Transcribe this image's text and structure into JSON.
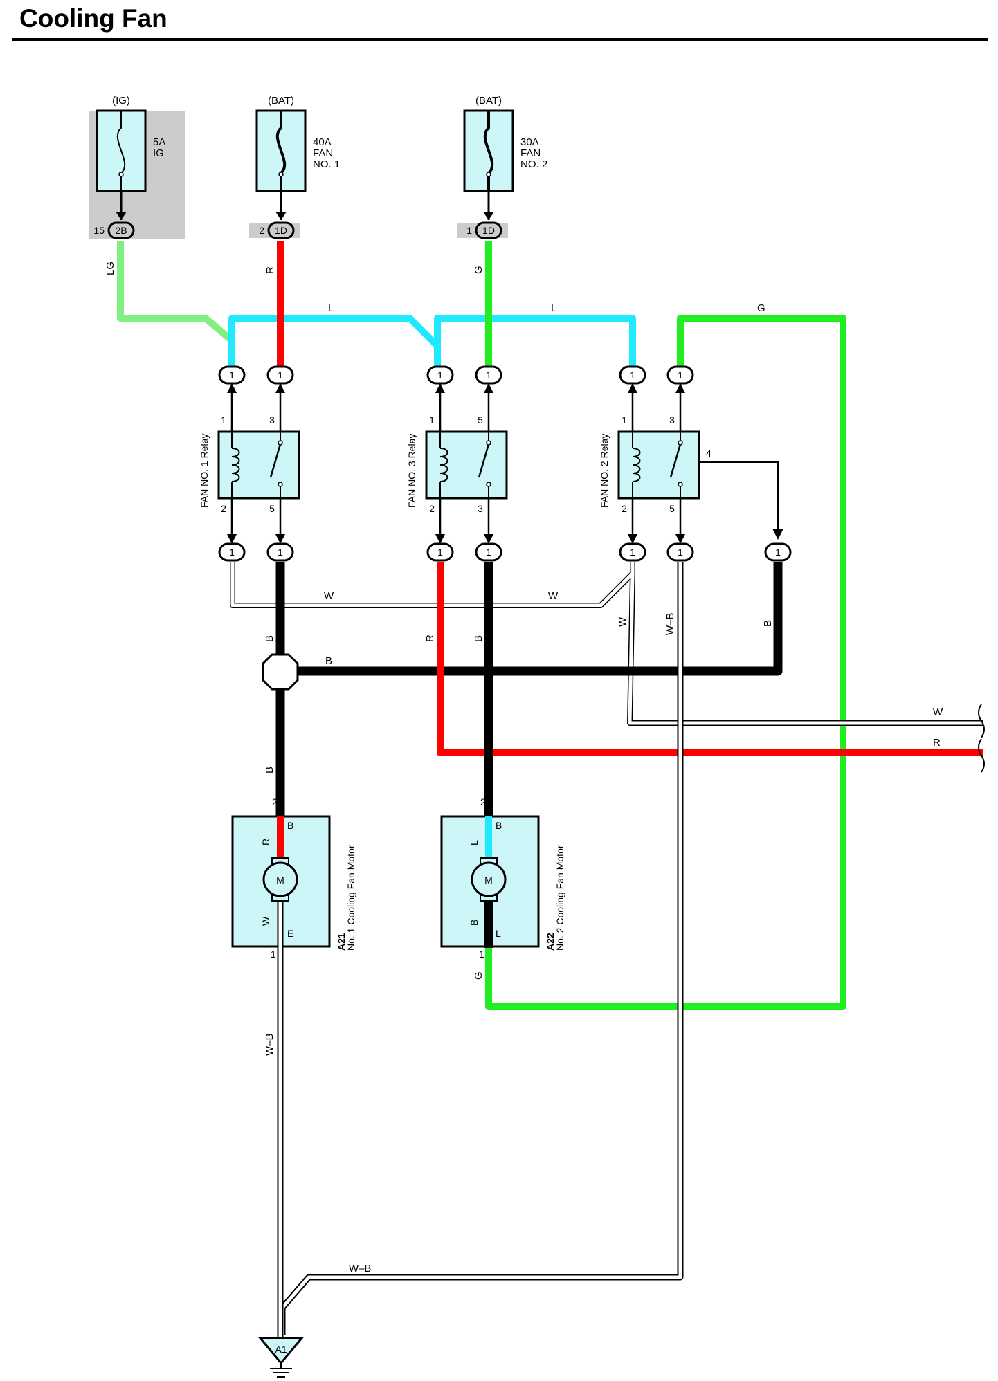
{
  "title": "Cooling Fan",
  "colors": {
    "LG": "#80f080",
    "L": "#20e8ff",
    "R": "#ff0000",
    "G": "#20ee20",
    "B": "#000000",
    "W": "#ffffff",
    "component_fill": "#ccf6f8",
    "fuse_box_bg": "#cccccc"
  },
  "fuses": [
    {
      "source": "(IG)",
      "rating": "5A",
      "name_lines": [
        "IG"
      ],
      "connector": {
        "pin": "15",
        "id": "2B"
      }
    },
    {
      "source": "(BAT)",
      "rating": "40A",
      "name_lines": [
        "FAN",
        "NO. 1"
      ],
      "connector": {
        "pin": "2",
        "id": "1D"
      }
    },
    {
      "source": "(BAT)",
      "rating": "30A",
      "name_lines": [
        "FAN",
        "NO. 2"
      ],
      "connector": {
        "pin": "1",
        "id": "1D"
      }
    }
  ],
  "relays": [
    {
      "name": "FAN NO. 1 Relay",
      "pins_top": [
        "1",
        "3"
      ],
      "pins_bottom": [
        "2",
        "5"
      ]
    },
    {
      "name": "FAN NO. 3 Relay",
      "pins_top": [
        "1",
        "5"
      ],
      "pins_bottom": [
        "2",
        "3"
      ]
    },
    {
      "name": "FAN NO. 2 Relay",
      "pins_top": [
        "1",
        "3"
      ],
      "pins_bottom": [
        "2",
        "5"
      ],
      "pin_side": "4"
    }
  ],
  "motors": [
    {
      "code": "A21",
      "name": "No. 1 Cooling Fan Motor",
      "symbol": "M",
      "top_pin": "2",
      "bottom_pin": "1",
      "top_terminal": "B",
      "bottom_terminal": "E",
      "top_wire": "R",
      "bottom_wire": "W"
    },
    {
      "code": "A22",
      "name": "No. 2 Cooling Fan Motor",
      "symbol": "M",
      "top_pin": "2",
      "bottom_pin": "1",
      "top_terminal": "B",
      "bottom_terminal": "L",
      "top_wire": "L",
      "bottom_wire": "B"
    }
  ],
  "connector_pin": "1",
  "ground": {
    "id": "A1"
  },
  "wire_labels": {
    "LG": "LG",
    "R": "R",
    "G": "G",
    "L": "L",
    "W": "W",
    "B": "B",
    "WB": "W–B"
  }
}
